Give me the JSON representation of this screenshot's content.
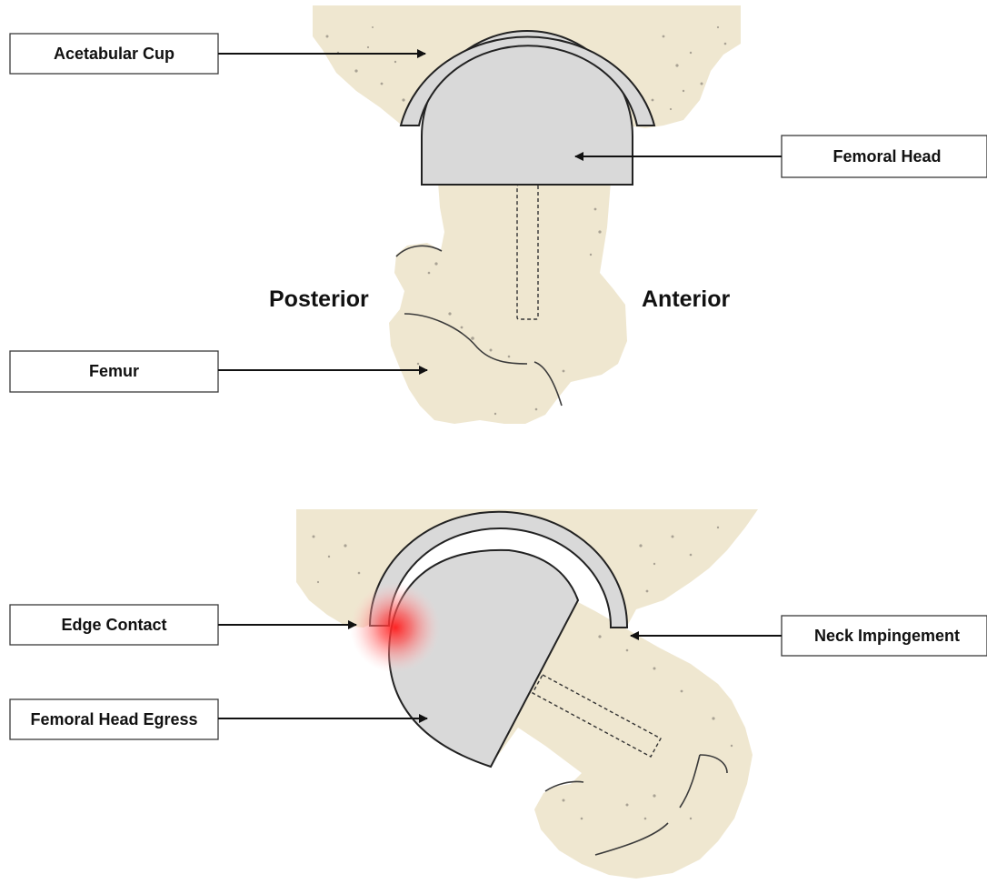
{
  "labels": {
    "acetabular_cup": "Acetabular Cup",
    "femoral_head": "Femoral Head",
    "femur": "Femur",
    "posterior": "Posterior",
    "anterior": "Anterior",
    "edge_contact": "Edge Contact",
    "neck_impingement": "Neck Impingement",
    "femoral_head_egress": "Femoral Head Egress"
  },
  "colors": {
    "bone": "#efe7d0",
    "implant": "#d9d9d9",
    "outline": "#222222",
    "contact_highlight": "#ff3b3b"
  }
}
